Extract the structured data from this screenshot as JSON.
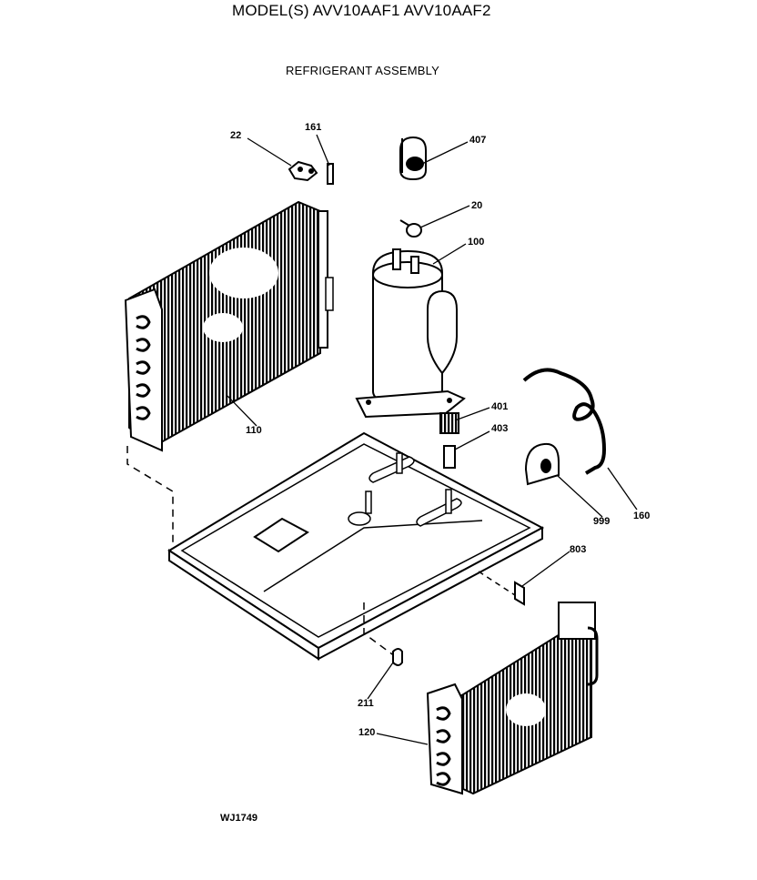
{
  "header": {
    "model_line": "MODEL(S) AVV10AAF1  AVV10AAF2",
    "section_title": "REFRIGERANT ASSEMBLY"
  },
  "callouts": {
    "c22": "22",
    "c161": "161",
    "c407": "407",
    "c20": "20",
    "c100": "100",
    "c110": "110",
    "c401": "401",
    "c403": "403",
    "c999": "999",
    "c160": "160",
    "c803": "803",
    "c211": "211",
    "c120": "120"
  },
  "footer": {
    "drawing_ref": "WJ1749"
  }
}
